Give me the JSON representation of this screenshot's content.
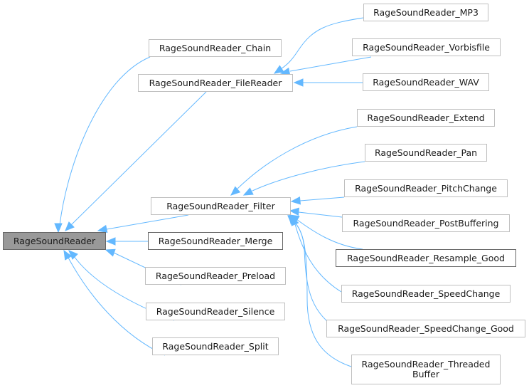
{
  "diagram": {
    "type": "inheritance-graph",
    "colors": {
      "edge": "#63b8ff",
      "node_border": "#bfbfbf",
      "node_border_documented": "#666666",
      "root_fill": "#999999"
    },
    "nodes": [
      {
        "id": "root",
        "label": "RageSoundReader",
        "style": "root"
      },
      {
        "id": "chain",
        "label": "RageSoundReader_Chain",
        "style": "light"
      },
      {
        "id": "filereader",
        "label": "RageSoundReader_FileReader",
        "style": "light"
      },
      {
        "id": "filter",
        "label": "RageSoundReader_Filter",
        "style": "light"
      },
      {
        "id": "merge",
        "label": "RageSoundReader_Merge",
        "style": "dark"
      },
      {
        "id": "preload",
        "label": "RageSoundReader_Preload",
        "style": "light"
      },
      {
        "id": "silence",
        "label": "RageSoundReader_Silence",
        "style": "light"
      },
      {
        "id": "split",
        "label": "RageSoundReader_Split",
        "style": "light"
      },
      {
        "id": "mp3",
        "label": "RageSoundReader_MP3",
        "style": "light"
      },
      {
        "id": "vorbis",
        "label": "RageSoundReader_Vorbisfile",
        "style": "light"
      },
      {
        "id": "wav",
        "label": "RageSoundReader_WAV",
        "style": "light"
      },
      {
        "id": "extend",
        "label": "RageSoundReader_Extend",
        "style": "light"
      },
      {
        "id": "pan",
        "label": "RageSoundReader_Pan",
        "style": "light"
      },
      {
        "id": "pitch",
        "label": "RageSoundReader_PitchChange",
        "style": "light"
      },
      {
        "id": "postbuf",
        "label": "RageSoundReader_PostBuffering",
        "style": "light"
      },
      {
        "id": "resample",
        "label": "RageSoundReader_Resample_Good",
        "style": "dark"
      },
      {
        "id": "speed",
        "label": "RageSoundReader_SpeedChange",
        "style": "light"
      },
      {
        "id": "speedgood",
        "label": "RageSoundReader_SpeedChange_Good",
        "style": "light"
      },
      {
        "id": "threaded",
        "label": "RageSoundReader_Threaded\nBuffer",
        "style": "light"
      }
    ],
    "edges": [
      {
        "from": "chain",
        "to": "root"
      },
      {
        "from": "filereader",
        "to": "root"
      },
      {
        "from": "filter",
        "to": "root"
      },
      {
        "from": "merge",
        "to": "root"
      },
      {
        "from": "preload",
        "to": "root"
      },
      {
        "from": "silence",
        "to": "root"
      },
      {
        "from": "split",
        "to": "root"
      },
      {
        "from": "mp3",
        "to": "filereader"
      },
      {
        "from": "vorbis",
        "to": "filereader"
      },
      {
        "from": "wav",
        "to": "filereader"
      },
      {
        "from": "extend",
        "to": "filter"
      },
      {
        "from": "pan",
        "to": "filter"
      },
      {
        "from": "pitch",
        "to": "filter"
      },
      {
        "from": "postbuf",
        "to": "filter"
      },
      {
        "from": "resample",
        "to": "filter"
      },
      {
        "from": "speed",
        "to": "filter"
      },
      {
        "from": "speedgood",
        "to": "filter"
      },
      {
        "from": "threaded",
        "to": "filter"
      }
    ]
  }
}
